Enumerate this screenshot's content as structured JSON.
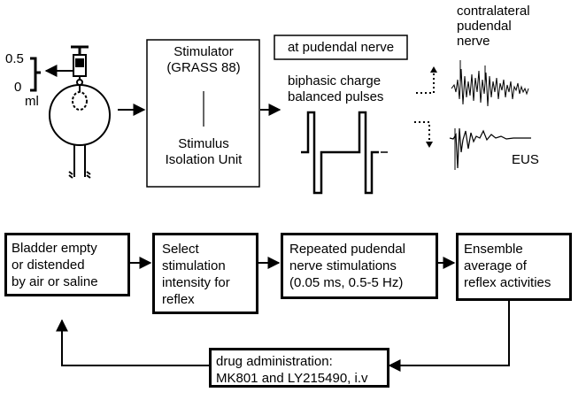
{
  "syringe": {
    "scale_top": "0.5",
    "scale_bottom": "0",
    "scale_unit": "ml"
  },
  "stimulator": {
    "title": "Stimulator\n(GRASS 88)",
    "isolation": "Stimulus\nIsolation Unit"
  },
  "site_label": "at pudendal nerve",
  "pulse_label": "biphasic charge\nbalanced pulses",
  "traces": {
    "nerve_label": "contralateral\npudendal\nnerve",
    "eus_label": "EUS"
  },
  "flow": {
    "step1": "Bladder empty\nor distended\nby air or saline",
    "step2": "Select\nstimulation\nintensity for\nreflex",
    "step3": "Repeated pudendal\nnerve stimulations\n(0.05 ms, 0.5-5 Hz)",
    "step4": "Ensemble\naverage of\nreflex activities",
    "drug": "drug administration:\nMK801 and LY215490, i.v"
  }
}
